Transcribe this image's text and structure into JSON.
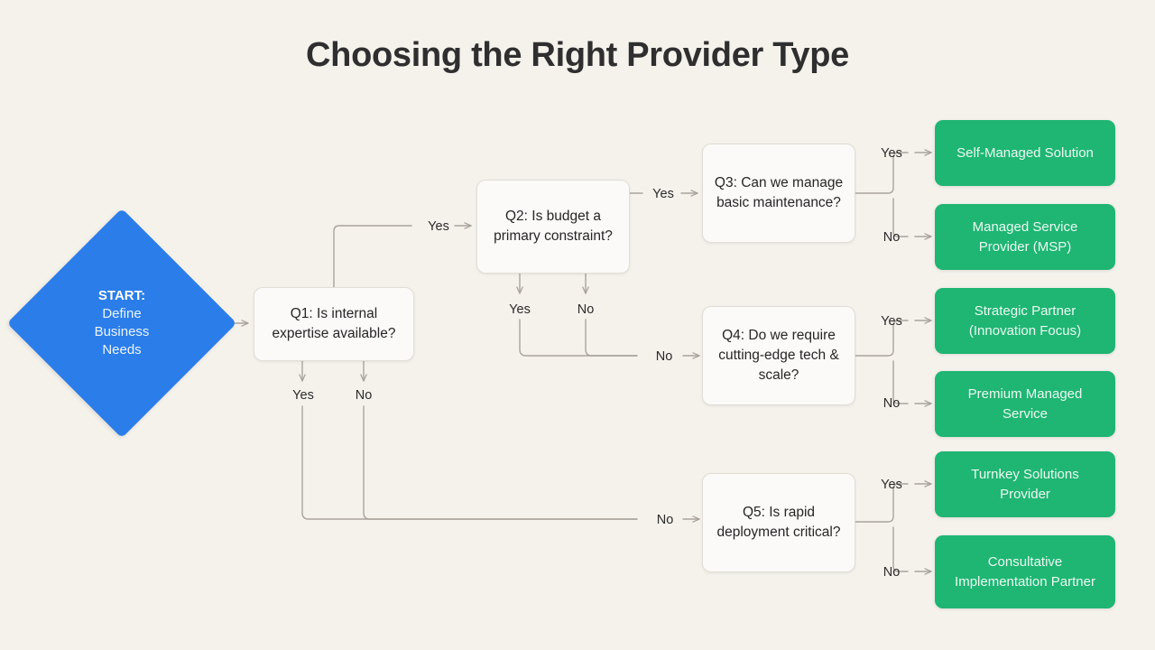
{
  "title": "Choosing the Right Provider Type",
  "colors": {
    "background": "#f5f2ec",
    "start_node": "#2b7de9",
    "result_node": "#1fb573",
    "decision_node": "#fbfaf8",
    "connector": "#aaa49c",
    "title_text": "#2f2f2f"
  },
  "nodes": {
    "start": {
      "lead": "START:",
      "line1": "Define",
      "line2": "Business",
      "line3": "Needs"
    },
    "q1": {
      "label": "Q1: Is internal expertise available?"
    },
    "q2": {
      "label": "Q2: Is budget a primary constraint?"
    },
    "q3": {
      "label": "Q3: Can we manage basic maintenance?"
    },
    "q4": {
      "label": "Q4: Do we require cutting-edge tech & scale?"
    },
    "q5": {
      "label": "Q5: Is rapid deployment critical?"
    },
    "r1": {
      "label": "Self-Managed Solution"
    },
    "r2": {
      "label": "Managed Service Provider (MSP)"
    },
    "r3": {
      "label": "Strategic Partner (Innovation Focus)"
    },
    "r4": {
      "label": "Premium Managed Service"
    },
    "r5": {
      "label": "Turnkey Solutions Provider"
    },
    "r6": {
      "label": "Consultative Implementation Partner"
    }
  },
  "edge_labels": {
    "q1_to_q2": "Yes",
    "q1_yes_down": "Yes",
    "q1_no_down": "No",
    "q1_branch_to_q5": "No",
    "q2_to_q3": "Yes",
    "q2_yes_down": "Yes",
    "q2_no_down": "No",
    "q2_branch_to_q4": "No",
    "q3_yes": "Yes",
    "q3_no": "No",
    "q4_yes": "Yes",
    "q4_no": "No",
    "q5_yes": "Yes",
    "q5_no": "No"
  },
  "flow_data": {
    "type": "flowchart",
    "edges": [
      {
        "from": "start",
        "to": "q1",
        "label": ""
      },
      {
        "from": "q1",
        "to": "q2",
        "label": "Yes"
      },
      {
        "from": "q1",
        "to": "q5",
        "label": "No"
      },
      {
        "from": "q2",
        "to": "q3",
        "label": "Yes"
      },
      {
        "from": "q2",
        "to": "q4",
        "label": "No"
      },
      {
        "from": "q3",
        "to": "r1",
        "label": "Yes"
      },
      {
        "from": "q3",
        "to": "r2",
        "label": "No"
      },
      {
        "from": "q4",
        "to": "r3",
        "label": "Yes"
      },
      {
        "from": "q4",
        "to": "r4",
        "label": "No"
      },
      {
        "from": "q5",
        "to": "r5",
        "label": "Yes"
      },
      {
        "from": "q5",
        "to": "r6",
        "label": "No"
      }
    ]
  }
}
